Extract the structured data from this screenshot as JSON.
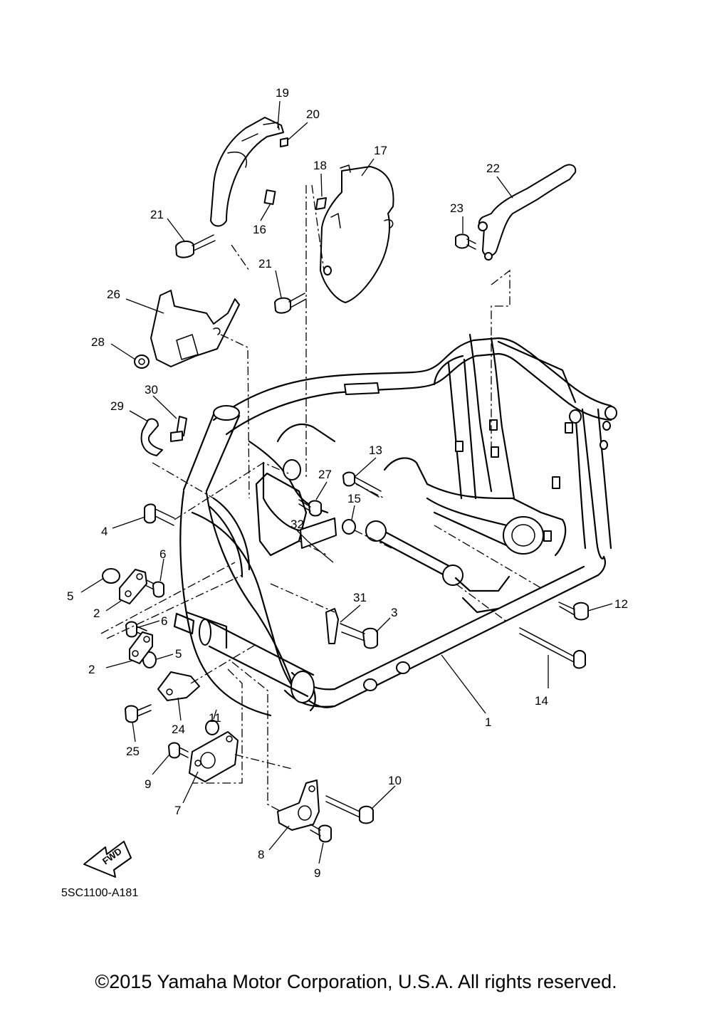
{
  "diagram": {
    "drawing_code": "5SC1100-A181",
    "fwd_label": "FWD",
    "copyright": "©2015 Yamaha Motor Corporation, U.S.A. All rights reserved.",
    "callouts": [
      "1",
      "2",
      "2",
      "3",
      "4",
      "5",
      "5",
      "6",
      "6",
      "7",
      "8",
      "9",
      "9",
      "10",
      "11",
      "12",
      "13",
      "14",
      "15",
      "16",
      "17",
      "18",
      "19",
      "20",
      "21",
      "21",
      "22",
      "23",
      "24",
      "25",
      "26",
      "27",
      "28",
      "29",
      "30",
      "31",
      "32"
    ]
  }
}
